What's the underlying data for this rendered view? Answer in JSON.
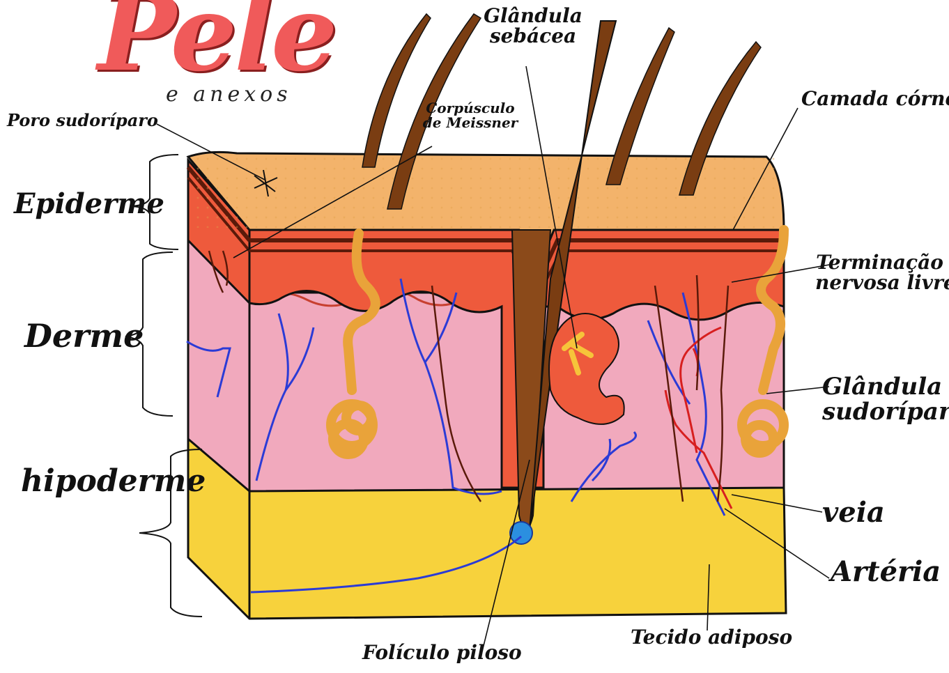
{
  "title": "Pele",
  "subtitle": "e anexos",
  "labels": {
    "poro": "Poro sudoríparo",
    "corpusculo_1": "Corpúsculo",
    "corpusculo_2": "de Meissner",
    "glandula_sebacea_1": "Glândula",
    "glandula_sebacea_2": "sebácea",
    "camada_cornea": "Camada córnea",
    "terminacao_1": "Terminação",
    "terminacao_2": "nervosa livre",
    "glandula_sudoripara_1": "Glândula",
    "glandula_sudoripara_2": "sudorípara",
    "veia": "veia",
    "arteria": "Artéria",
    "tecido_adiposo": "Tecido adiposo",
    "foliculo": "Folículo piloso",
    "epiderme": "Epiderme",
    "derme": "Derme",
    "hipoderme": "hipoderme"
  },
  "colors": {
    "surface": "#f3b36b",
    "epidermis": "#ee5a3c",
    "dermis": "#f1a9bd",
    "hypodermis": "#f7d23c",
    "hair": "#7a3d12",
    "gland": "#e9a33a",
    "vein": "#2b3bd6",
    "artery": "#d71f1f",
    "title": "#f05a5a"
  }
}
